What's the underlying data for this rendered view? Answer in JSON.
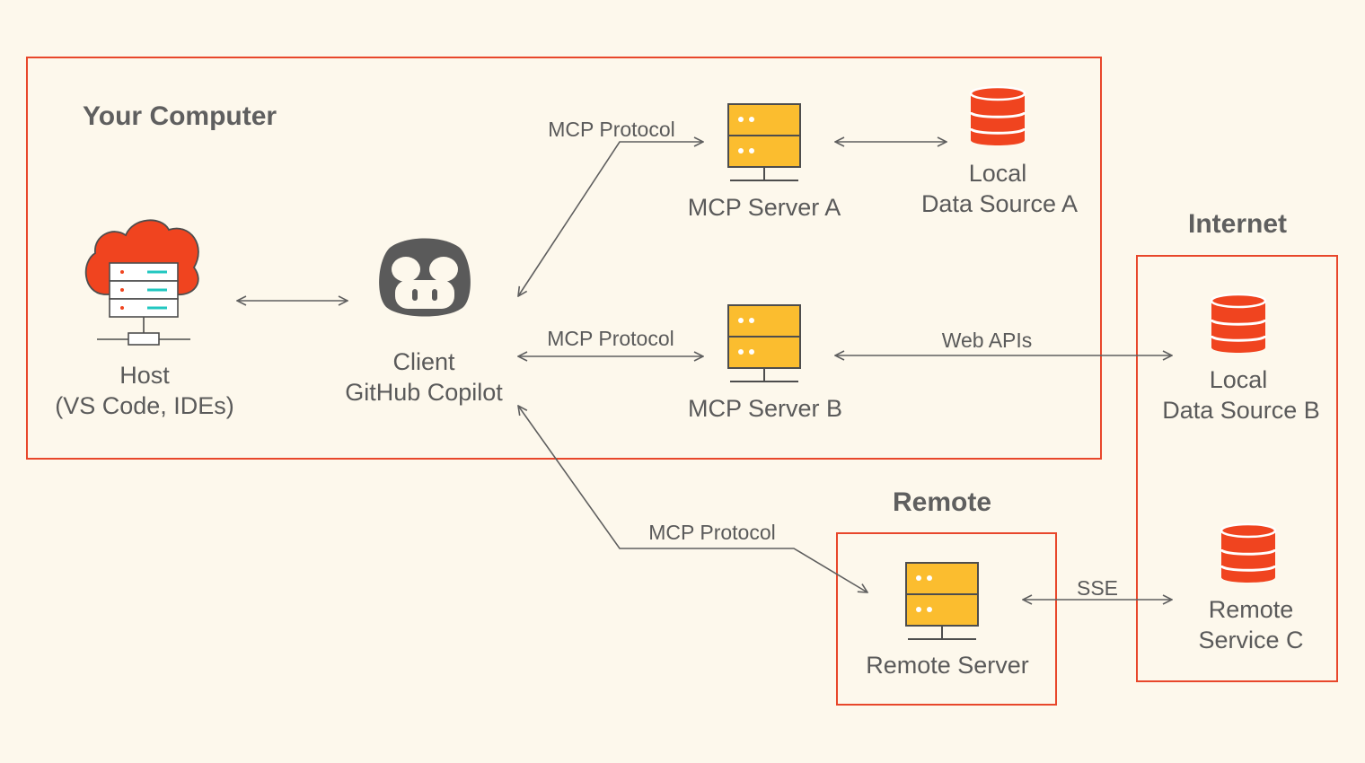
{
  "groups": {
    "your_computer": "Your Computer",
    "internet": "Internet",
    "remote": "Remote"
  },
  "nodes": {
    "host": {
      "line1": "Host",
      "line2": "(VS Code, IDEs)",
      "icon": "cloud-server-icon"
    },
    "client": {
      "line1": "Client",
      "line2": "GitHub Copilot",
      "icon": "copilot-icon"
    },
    "mcp_server_a": {
      "label": "MCP Server A",
      "icon": "server-icon"
    },
    "mcp_server_b": {
      "label": "MCP Server B",
      "icon": "server-icon"
    },
    "local_data_source_a": {
      "line1": "Local",
      "line2": "Data Source A",
      "icon": "database-icon"
    },
    "local_data_source_b": {
      "line1": "Local",
      "line2": "Data Source B",
      "icon": "database-icon"
    },
    "remote_server": {
      "label": "Remote Server",
      "icon": "server-icon"
    },
    "remote_service_c": {
      "line1": "Remote",
      "line2": "Service C",
      "icon": "database-icon"
    }
  },
  "connections": {
    "client_to_server_a": "MCP Protocol",
    "client_to_server_b": "MCP Protocol",
    "client_to_remote_server": "MCP Protocol",
    "server_b_to_data_b": "Web APIs",
    "remote_server_to_service_c": "SSE"
  },
  "colors": {
    "background": "#fdf8ec",
    "boundary": "#e8472b",
    "server_fill": "#fbbd2f",
    "database": "#f0441f",
    "text": "#5a5a5a"
  }
}
